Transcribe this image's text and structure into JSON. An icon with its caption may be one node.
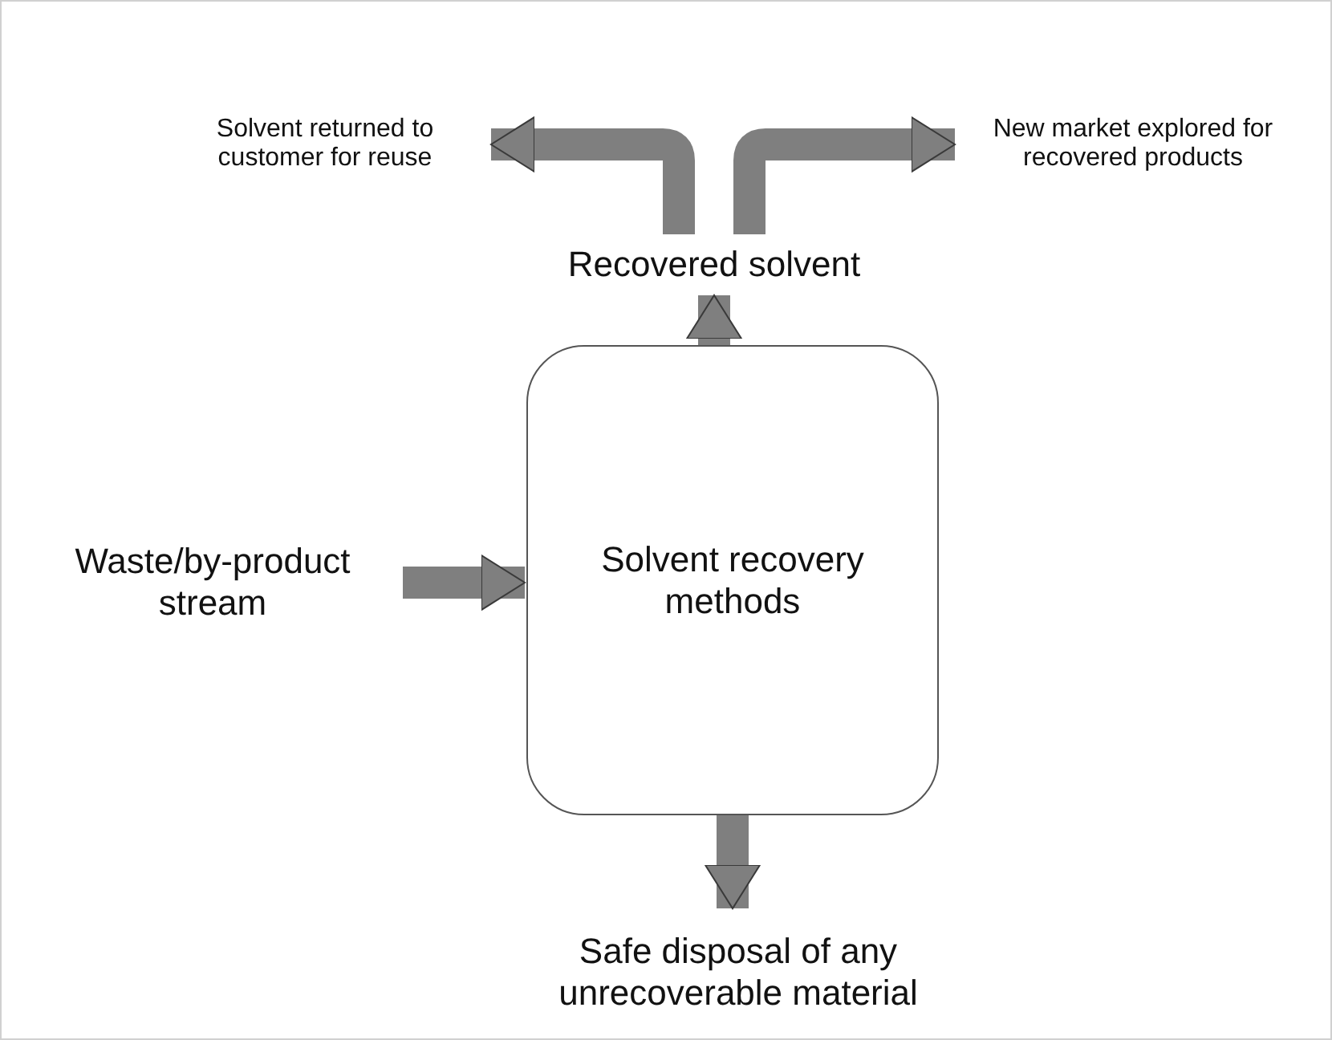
{
  "diagram": {
    "nodes": [
      {
        "text": [
          "Waste/by-product stream"
        ]
      },
      {
        "text": [
          "Solvent recovery methods"
        ]
      },
      {
        "text": [
          "Recovered solvent"
        ]
      },
      {
        "text": [
          "Solvent returned to customer for reuse"
        ]
      },
      {
        "text": [
          "New market explored for recovered products"
        ]
      },
      {
        "text": [
          "Safe disposal of any unrecoverable material"
        ]
      }
    ],
    "edges": [
      {
        "from": 0,
        "to": 1,
        "arrow": "to"
      },
      {
        "from": 1,
        "to": 2,
        "arrow": "to"
      },
      {
        "from": 2,
        "to": 3,
        "arrow": "to"
      },
      {
        "from": 2,
        "to": 4,
        "arrow": "to"
      },
      {
        "from": 1,
        "to": 5,
        "arrow": "to"
      }
    ]
  }
}
